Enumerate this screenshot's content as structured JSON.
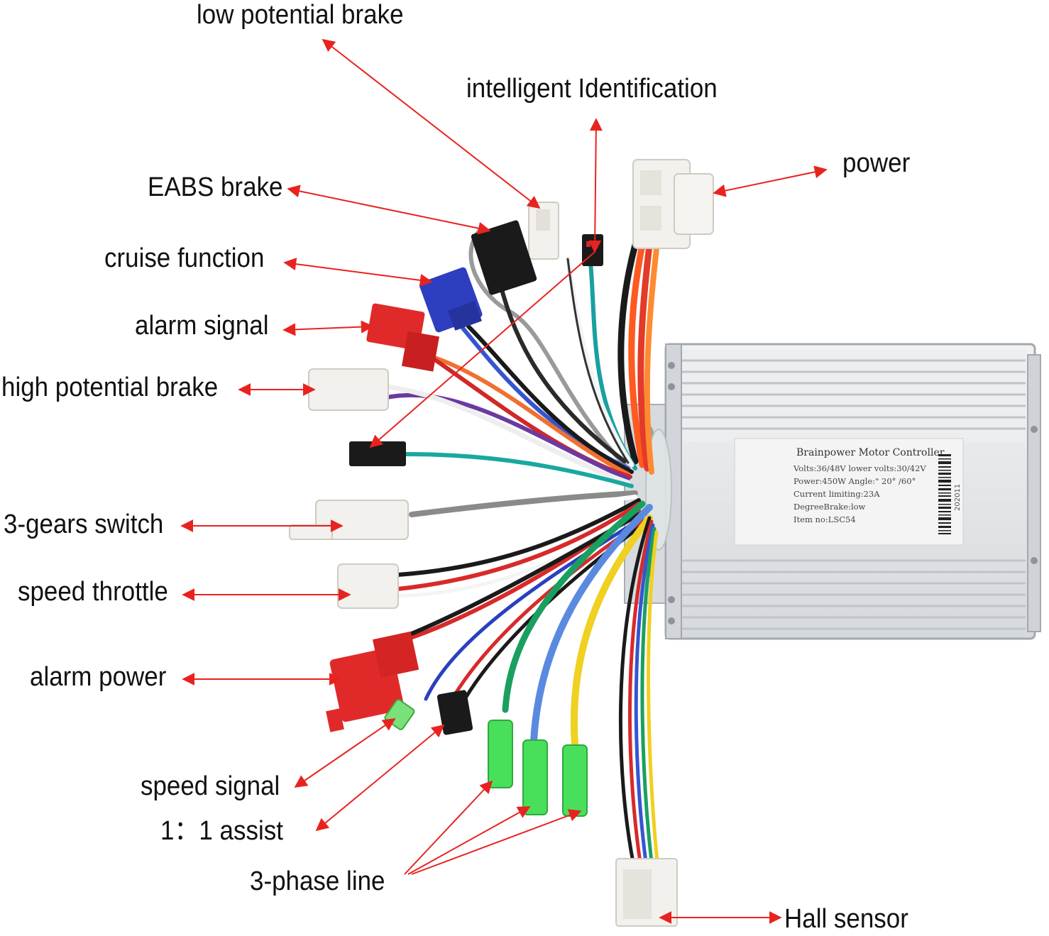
{
  "labels": {
    "low_potential_brake": "low potential brake",
    "intelligent_identification": "intelligent Identification",
    "power": "power",
    "eabs_brake": "EABS brake",
    "cruise_function": "cruise function",
    "alarm_signal": "alarm signal",
    "high_potential_brake": "high potential brake",
    "three_gears_switch": "3-gears switch",
    "speed_throttle": "speed throttle",
    "alarm_power": "alarm power",
    "speed_signal": "speed signal",
    "one_to_one_assist": "1：1 assist",
    "three_phase_line": "3-phase line",
    "hall_sensor": "Hall sensor"
  },
  "nameplate": {
    "title": "Brainpower Motor Controller",
    "line1": "Volts:36/48V lower volts:30/42V",
    "line2": "Power:450W   Angle:\" 20°  /60°",
    "line3": "Current limiting:23A",
    "line4": "DegreeBrake:low",
    "line5": "Item no:LSC54",
    "serial": "202011"
  },
  "colors": {
    "arrow": "#e8231f",
    "housing": "#e3e5e7",
    "fin": "#c9cdd1",
    "red_connector": "#e02a2a",
    "blue_connector": "#2d3fc0",
    "green_sleeve": "#48e05a",
    "white_connector": "#f3f1ee",
    "black_connector": "#1a1a1a"
  }
}
